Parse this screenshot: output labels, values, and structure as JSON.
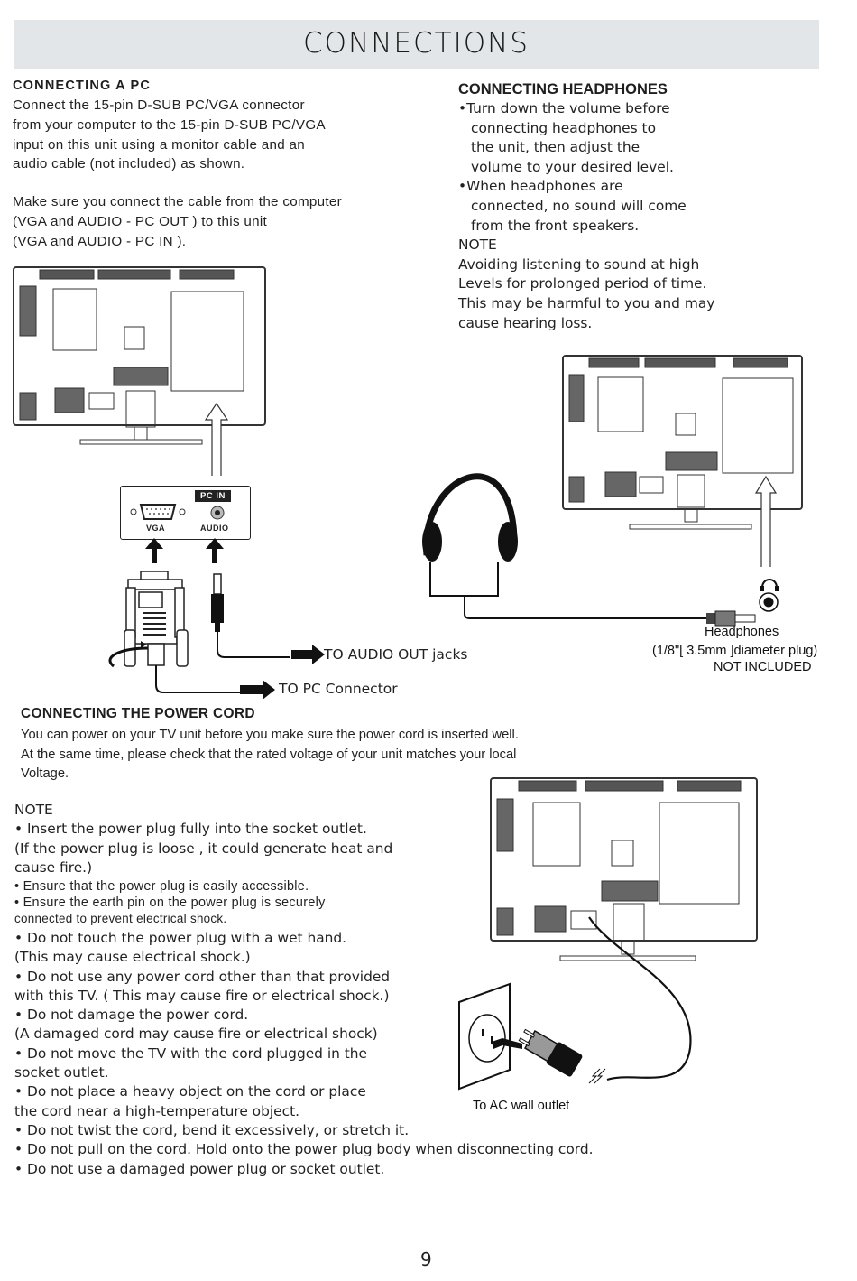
{
  "page": {
    "title": "CONNECTIONS",
    "page_number": "9"
  },
  "pc_section": {
    "heading": "CONNECTING  A  PC",
    "paragraph1": [
      "Connect the 15-pin D-SUB PC/VGA connector",
      "from your computer to the 15-pin D-SUB PC/VGA",
      "input on this unit using a monitor cable and an",
      "audio cable (not included) as shown."
    ],
    "paragraph2": [
      "Make sure you connect the cable from the computer",
      "(VGA  and  AUDIO - PC OUT  ) to this unit",
      "(VGA  and AUDIO - PC IN   )."
    ],
    "diagram": {
      "panel_badge": "PC IN",
      "vga_label": "VGA",
      "audio_label": "AUDIO",
      "audio_out_label": "TO AUDIO OUT jacks",
      "pc_connector_label": "TO PC Connector"
    }
  },
  "headphones_section": {
    "heading": "CONNECTING HEADPHONES",
    "bullets": [
      {
        "first": "•Turn down the volume before",
        "rest": [
          "connecting headphones to",
          "the unit, then adjust the",
          "volume to your desired level."
        ]
      },
      {
        "first": "•When headphones are",
        "rest": [
          "connected, no sound will come",
          "from the front speakers."
        ]
      }
    ],
    "note_label": "NOTE",
    "note_lines": [
      "Avoiding listening to sound at high",
      "Levels for prolonged period of time.",
      "This may be harmful to you and may",
      "cause hearing loss."
    ],
    "diagram": {
      "caption_line1": "Headphones",
      "caption_line2": "(1/8\"[ 3.5mm ]diameter plug)",
      "caption_line3": "NOT INCLUDED"
    }
  },
  "power_section": {
    "heading": "CONNECTING THE POWER CORD",
    "intro": [
      "You can power on your TV unit before you make sure the power cord is inserted well.",
      "At the same time, please check that the rated voltage of your unit matches your local",
      "Voltage."
    ],
    "note_label": "NOTE",
    "notes_a": [
      "• Insert the power plug fully into the socket outlet.",
      "(If the power plug is loose , it could generate heat and",
      "cause fire.)"
    ],
    "notes_small": [
      "•  Ensure that the power plug is easily accessible.",
      "•  Ensure the earth pin on the power plug is securely",
      " connected to prevent electrical shock."
    ],
    "notes_b": [
      "• Do not touch the power plug with a wet hand.",
      "(This may cause electrical shock.)",
      "• Do not use any power cord other than that provided",
      "with this TV. (  This may cause fire or electrical shock.)",
      "• Do not damage the power cord.",
      "(A damaged cord may cause fire or electrical shock)",
      "• Do not move the TV with the cord plugged in the",
      "socket outlet.",
      "• Do not place a heavy object on the cord or place",
      "the cord near a high-temperature object.",
      "• Do not twist the cord, bend it excessively, or stretch it.",
      "• Do not pull on the cord. Hold onto the power plug body when disconnecting cord.",
      "• Do not use a damaged power plug or socket outlet."
    ],
    "diagram": {
      "outlet_caption": "To  AC  wall  outlet"
    }
  }
}
